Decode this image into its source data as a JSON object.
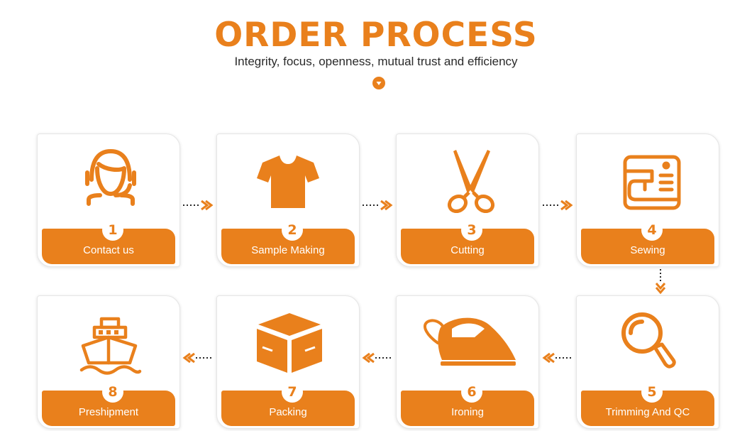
{
  "header": {
    "title": "ORDER PROCESS",
    "subtitle": "Integrity, focus, openness, mutual trust and efficiency"
  },
  "colors": {
    "accent": "#e9801c",
    "text": "#2a2a2a",
    "background": "#ffffff"
  },
  "steps": [
    {
      "number": "1",
      "label": "Contact us",
      "icon": "headset-person-icon"
    },
    {
      "number": "2",
      "label": "Sample Making",
      "icon": "tshirt-icon"
    },
    {
      "number": "3",
      "label": "Cutting",
      "icon": "scissors-icon"
    },
    {
      "number": "4",
      "label": "Sewing",
      "icon": "sewing-machine-icon"
    },
    {
      "number": "5",
      "label": "Trimming And QC",
      "icon": "magnifier-icon"
    },
    {
      "number": "6",
      "label": "Ironing",
      "icon": "iron-icon"
    },
    {
      "number": "7",
      "label": "Packing",
      "icon": "box-icon"
    },
    {
      "number": "8",
      "label": "Preshipment",
      "icon": "ship-icon"
    }
  ]
}
